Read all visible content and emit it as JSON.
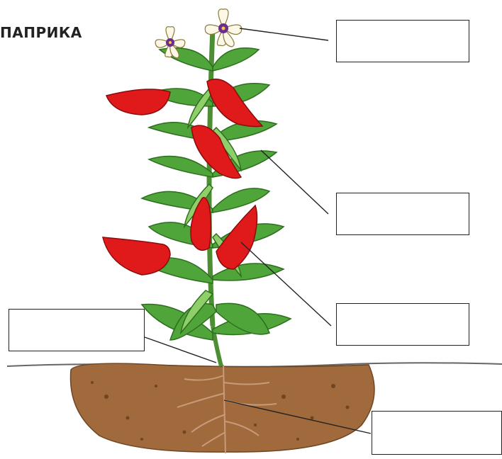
{
  "title": "ПАПРИКА",
  "labels": [
    {
      "id": "flower",
      "text": ""
    },
    {
      "id": "leaf",
      "text": ""
    },
    {
      "id": "fruit",
      "text": ""
    },
    {
      "id": "stem",
      "text": ""
    },
    {
      "id": "root",
      "text": ""
    }
  ],
  "colors": {
    "leaf": "#4fa43a",
    "leaf_dark": "#2e6e1f",
    "leaf_light": "#8fcf6a",
    "pepper": "#e0191b",
    "soil": "#a06a3c",
    "petal": "#fdf7e6",
    "flower_center": "#6b2c8a",
    "line": "#222222"
  }
}
